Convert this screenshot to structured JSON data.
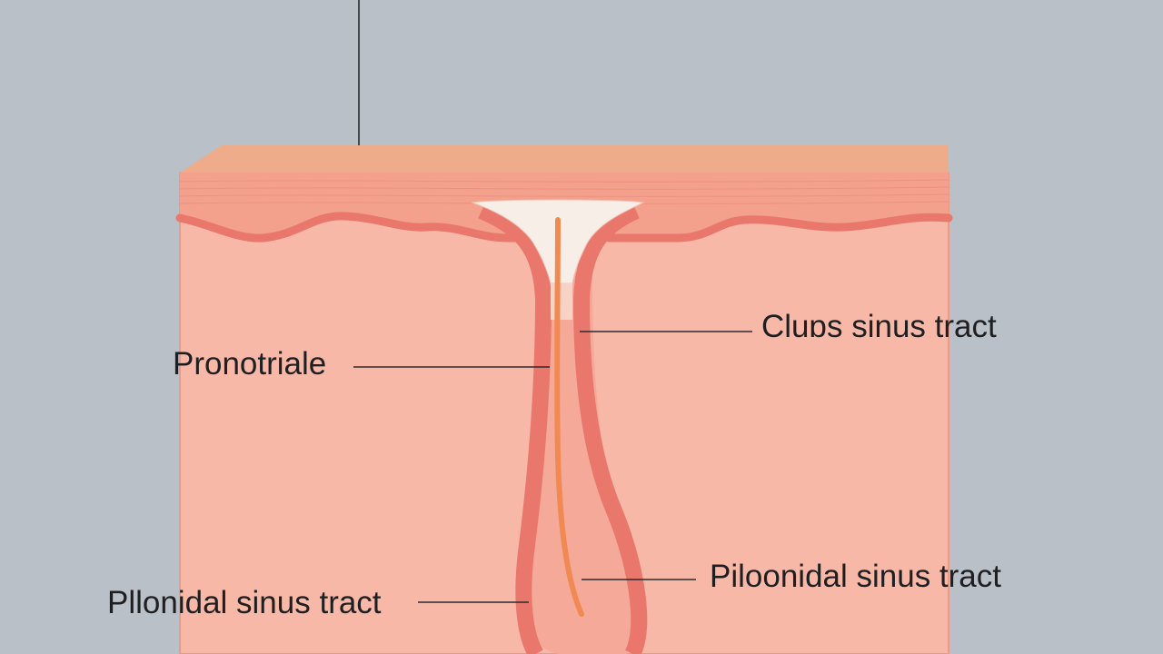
{
  "labels": {
    "clubs_sinus_tract": "Cluɒs sinus tract",
    "pronotriale": "Pronotriale",
    "pilonidal_right": "Piloonidal sinus tract",
    "pilonidal_left": "Pllonidal sinus tract"
  },
  "colors": {
    "background": "#b9c0c7",
    "dermis": "#f8b8a7",
    "epidermis_top": "#efac8a",
    "epidermis_band": "#f3a08c",
    "wall": "#e9776c",
    "hair": "#f08a52",
    "pit": "#f7eee8",
    "leader_line": "#2b2b2e"
  }
}
